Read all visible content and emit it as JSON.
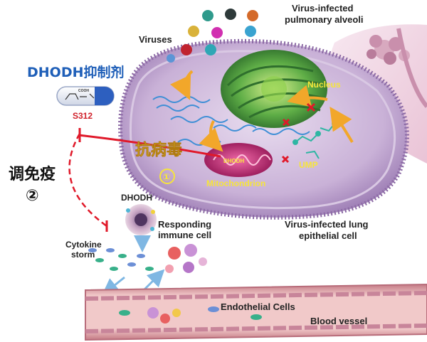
{
  "labels": {
    "alveoli": [
      "Virus-infected",
      "pulmonary alveoli"
    ],
    "viruses": "Viruses",
    "inhibitor": "DHODH抑制剂",
    "drug_pill": "S312",
    "nucleus": "Nucleus",
    "antiviral": "抗病毒",
    "antiviral_marker": "①",
    "dhodh_mito": "DHODH",
    "ump": "UMP",
    "mitochondrion": "Mitochondrion",
    "immunomod": "调免疫",
    "immunomod_marker": "②",
    "dhodh_immune": "DHODH",
    "responding": [
      "Responding",
      "immune cell"
    ],
    "lung_cell": [
      "Virus-infected lung",
      "epithelial cell"
    ],
    "cytokine": [
      "Cytokine",
      "storm"
    ],
    "endothelial": "Endothelial Cells",
    "blood_vessel": "Blood vessel",
    "pill_formula": "COOH"
  },
  "colors": {
    "inhibitor_blue": "#1f5fb8",
    "drug_red": "#d0202a",
    "arrow_red": "#e0192a",
    "highlight_yellow": "#f6e53a",
    "cell_purple": "#b69ac7",
    "vessel": "#d9929e",
    "nucleus_green": "#3f9a3d",
    "mito_magenta": "#b3196b"
  }
}
